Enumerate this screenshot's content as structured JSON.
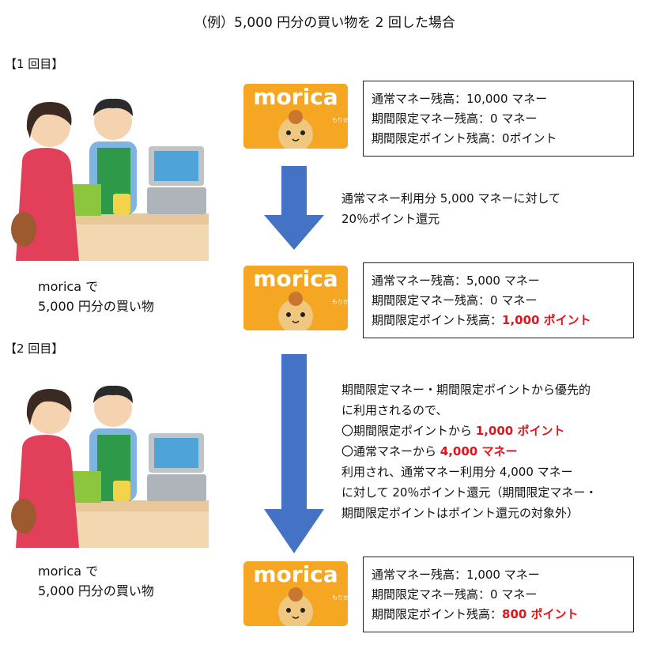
{
  "title": "（例）5,000 円分の買い物を 2 回した場合",
  "sections": [
    {
      "label": "【1 回目】",
      "caption": [
        "morica で",
        "5,000 円分の買い物"
      ]
    },
    {
      "label": "【2 回目】",
      "caption": [
        "morica で",
        "5,000 円分の買い物"
      ]
    }
  ],
  "card": {
    "logo": "morica",
    "brand_text": "もりか"
  },
  "balances": [
    {
      "normal_label": "通常マネー残高：",
      "normal_value": "10,000 マネー",
      "limited_money_label": "期間限定マネー残高：",
      "limited_money_value": "0 マネー",
      "limited_point_label": "期間限定ポイント残高：",
      "limited_point_value": "0ポイント"
    },
    {
      "normal_label": "通常マネー残高：",
      "normal_value": "5,000 マネー",
      "limited_money_label": "期間限定マネー残高：",
      "limited_money_value": "0 マネー",
      "limited_point_label": "期間限定ポイント残高：",
      "limited_point_value": "1,000 ポイント"
    },
    {
      "normal_label": "通常マネー残高：",
      "normal_value": "1,000 マネー",
      "limited_money_label": "期間限定マネー残高：",
      "limited_money_value": "0 マネー",
      "limited_point_label": "期間限定ポイント残高：",
      "limited_point_value": "800 ポイント"
    }
  ],
  "explanation1": {
    "line1": "通常マネー利用分 5,000 マネーに対して",
    "line2": "20％ポイント還元"
  },
  "explanation2": {
    "line1": "期間限定マネー・期間限定ポイントから優先的",
    "line2": "に利用されるので、",
    "line3_prefix": "〇期間限定ポイントから ",
    "line3_red": "1,000 ポイント",
    "line4_prefix": "〇通常マネーから ",
    "line4_red": "4,000 マネー",
    "line5": "利用され、通常マネー利用分 4,000 マネー",
    "line6": "に対して 20％ポイント還元（期間限定マネー・",
    "line7": "期間限定ポイントはポイント還元の対象外）"
  },
  "colors": {
    "arrow": "#4472c4",
    "card_bg": "#f5a623",
    "highlight": "#e0161c"
  }
}
